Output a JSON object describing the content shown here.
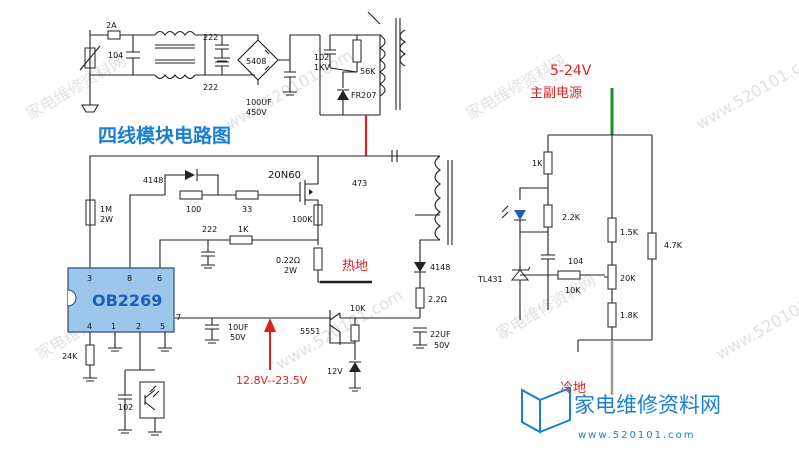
{
  "title": "四线模块电路图",
  "ic": {
    "name": "OB2269",
    "pins": [
      "3",
      "8",
      "6",
      "4",
      "1",
      "2",
      "5",
      "7"
    ]
  },
  "mosfet": "20N60",
  "labels": {
    "fuse": "2A",
    "c104_in": "104",
    "c222_top": "222",
    "c222_bot": "222",
    "bridge": "5408",
    "bulk_cap": "100UF\n450V",
    "bulk_cap_l1": "100UF",
    "bulk_cap_l2": "450V",
    "snub_cap_l1": "102",
    "snub_cap_l2": "1KV",
    "snub_res": "56K",
    "snub_diode": "FR207",
    "r1m_l1": "1M",
    "r1m_l2": "2W",
    "d4148_gate": "4148",
    "r100": "100",
    "r33": "33",
    "r100k": "100K",
    "c222_cs": "222",
    "r1k_cs": "1K",
    "rsense_l1": "0.22Ω",
    "rsense_l2": "2W",
    "hot_ground": "热地",
    "c473": "473",
    "d4148_aux": "4148",
    "r2_2": "2.2Ω",
    "c22uf_l1": "22UF",
    "c22uf_l2": "50V",
    "r10k": "10K",
    "q5551": "5551",
    "zener": "12V",
    "c10uf_l1": "10UF",
    "c10uf_l2": "50V",
    "r24k": "24K",
    "c102_opto": "102",
    "vcc_range": "12.8V--23.5V",
    "out_voltage": "5-24V",
    "out_label": "主副电源",
    "r1k_out": "1K",
    "r2_2k": "2.2K",
    "c104_out": "104",
    "tl431": "TL431",
    "r10k_out": "10K",
    "r1_5k": "1.5K",
    "r20k": "20K",
    "r1_8k": "1.8K",
    "r4_7k": "4.7K",
    "cold_ground": "冷地",
    "logo_text": "家电维修资料网",
    "logo_url": "www.520101.com"
  },
  "colors": {
    "title": "#1a7fd0",
    "ic_fill": "#9ec6ea",
    "ic_text": "#1a5fb8",
    "red": "#e02020",
    "green": "#1d8f2a",
    "wire": "#222222",
    "logo": "#1a7fd0"
  }
}
